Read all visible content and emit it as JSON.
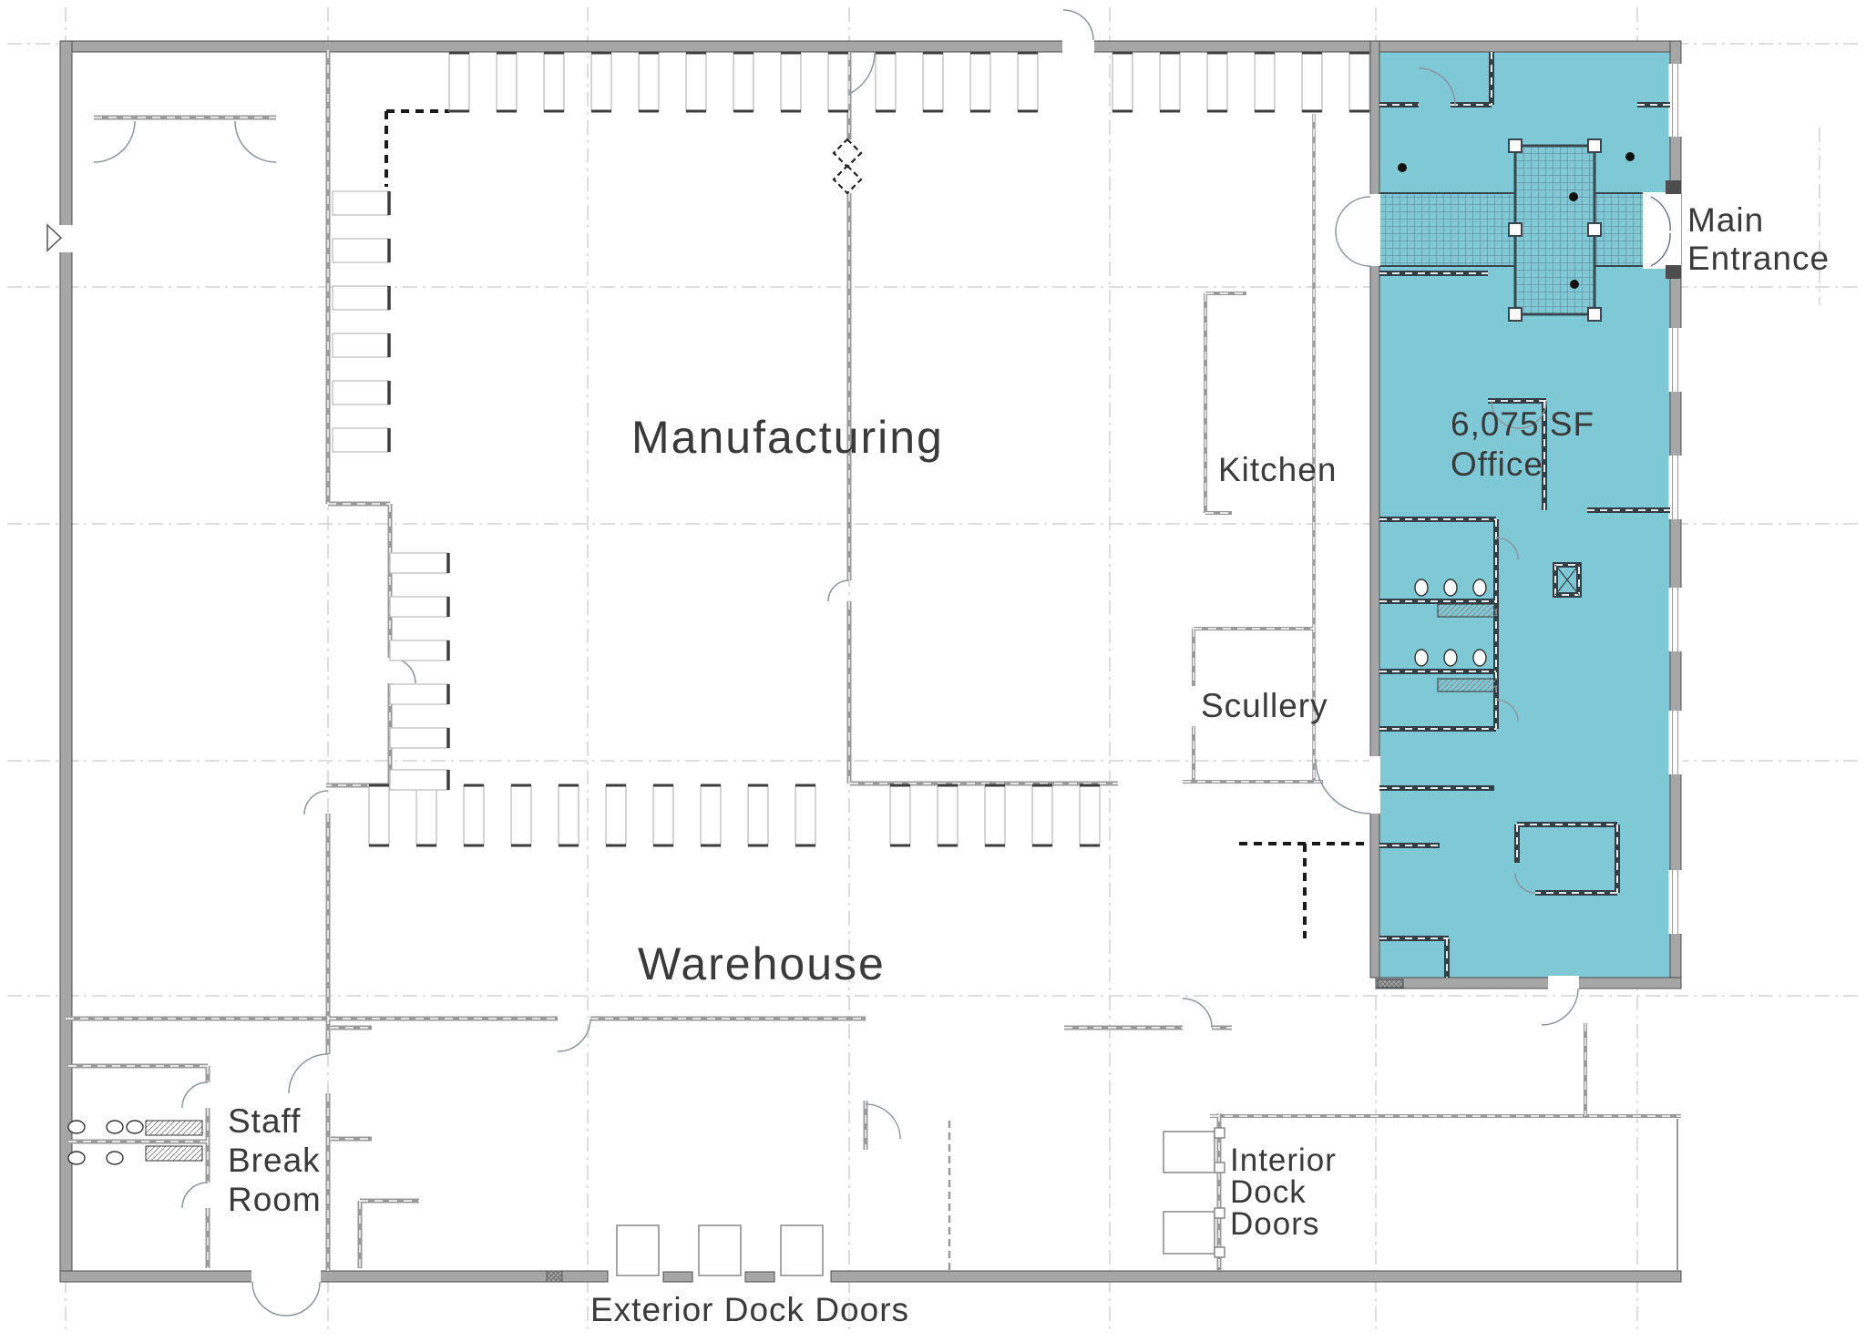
{
  "colors": {
    "office_highlight": "#7fc8d6",
    "exterior_wall": "#a6a6a6",
    "wall_edge": "#4d4d4d",
    "office_partition_wall": "#333f47",
    "interior_wall": "#9a9a9a",
    "grid_line": "#c9c9c9",
    "label_text": "#3a3a3a"
  },
  "rooms": {
    "manufacturing": {
      "label": "Manufacturing"
    },
    "warehouse": {
      "label": "Warehouse"
    },
    "kitchen": {
      "label": "Kitchen"
    },
    "scullery": {
      "label": "Scullery"
    },
    "office": {
      "area": "6,075 SF",
      "label": "Office",
      "highlighted": true
    },
    "staff_break_room": {
      "label_lines": [
        "Staff",
        "Break",
        "Room"
      ]
    }
  },
  "annotations": {
    "main_entrance": {
      "lines": [
        "Main",
        "Entrance"
      ]
    },
    "interior_dock_doors": {
      "lines": [
        "Interior",
        "Dock",
        "Doors"
      ]
    },
    "exterior_dock_doors": {
      "label": "Exterior Dock Doors"
    }
  }
}
